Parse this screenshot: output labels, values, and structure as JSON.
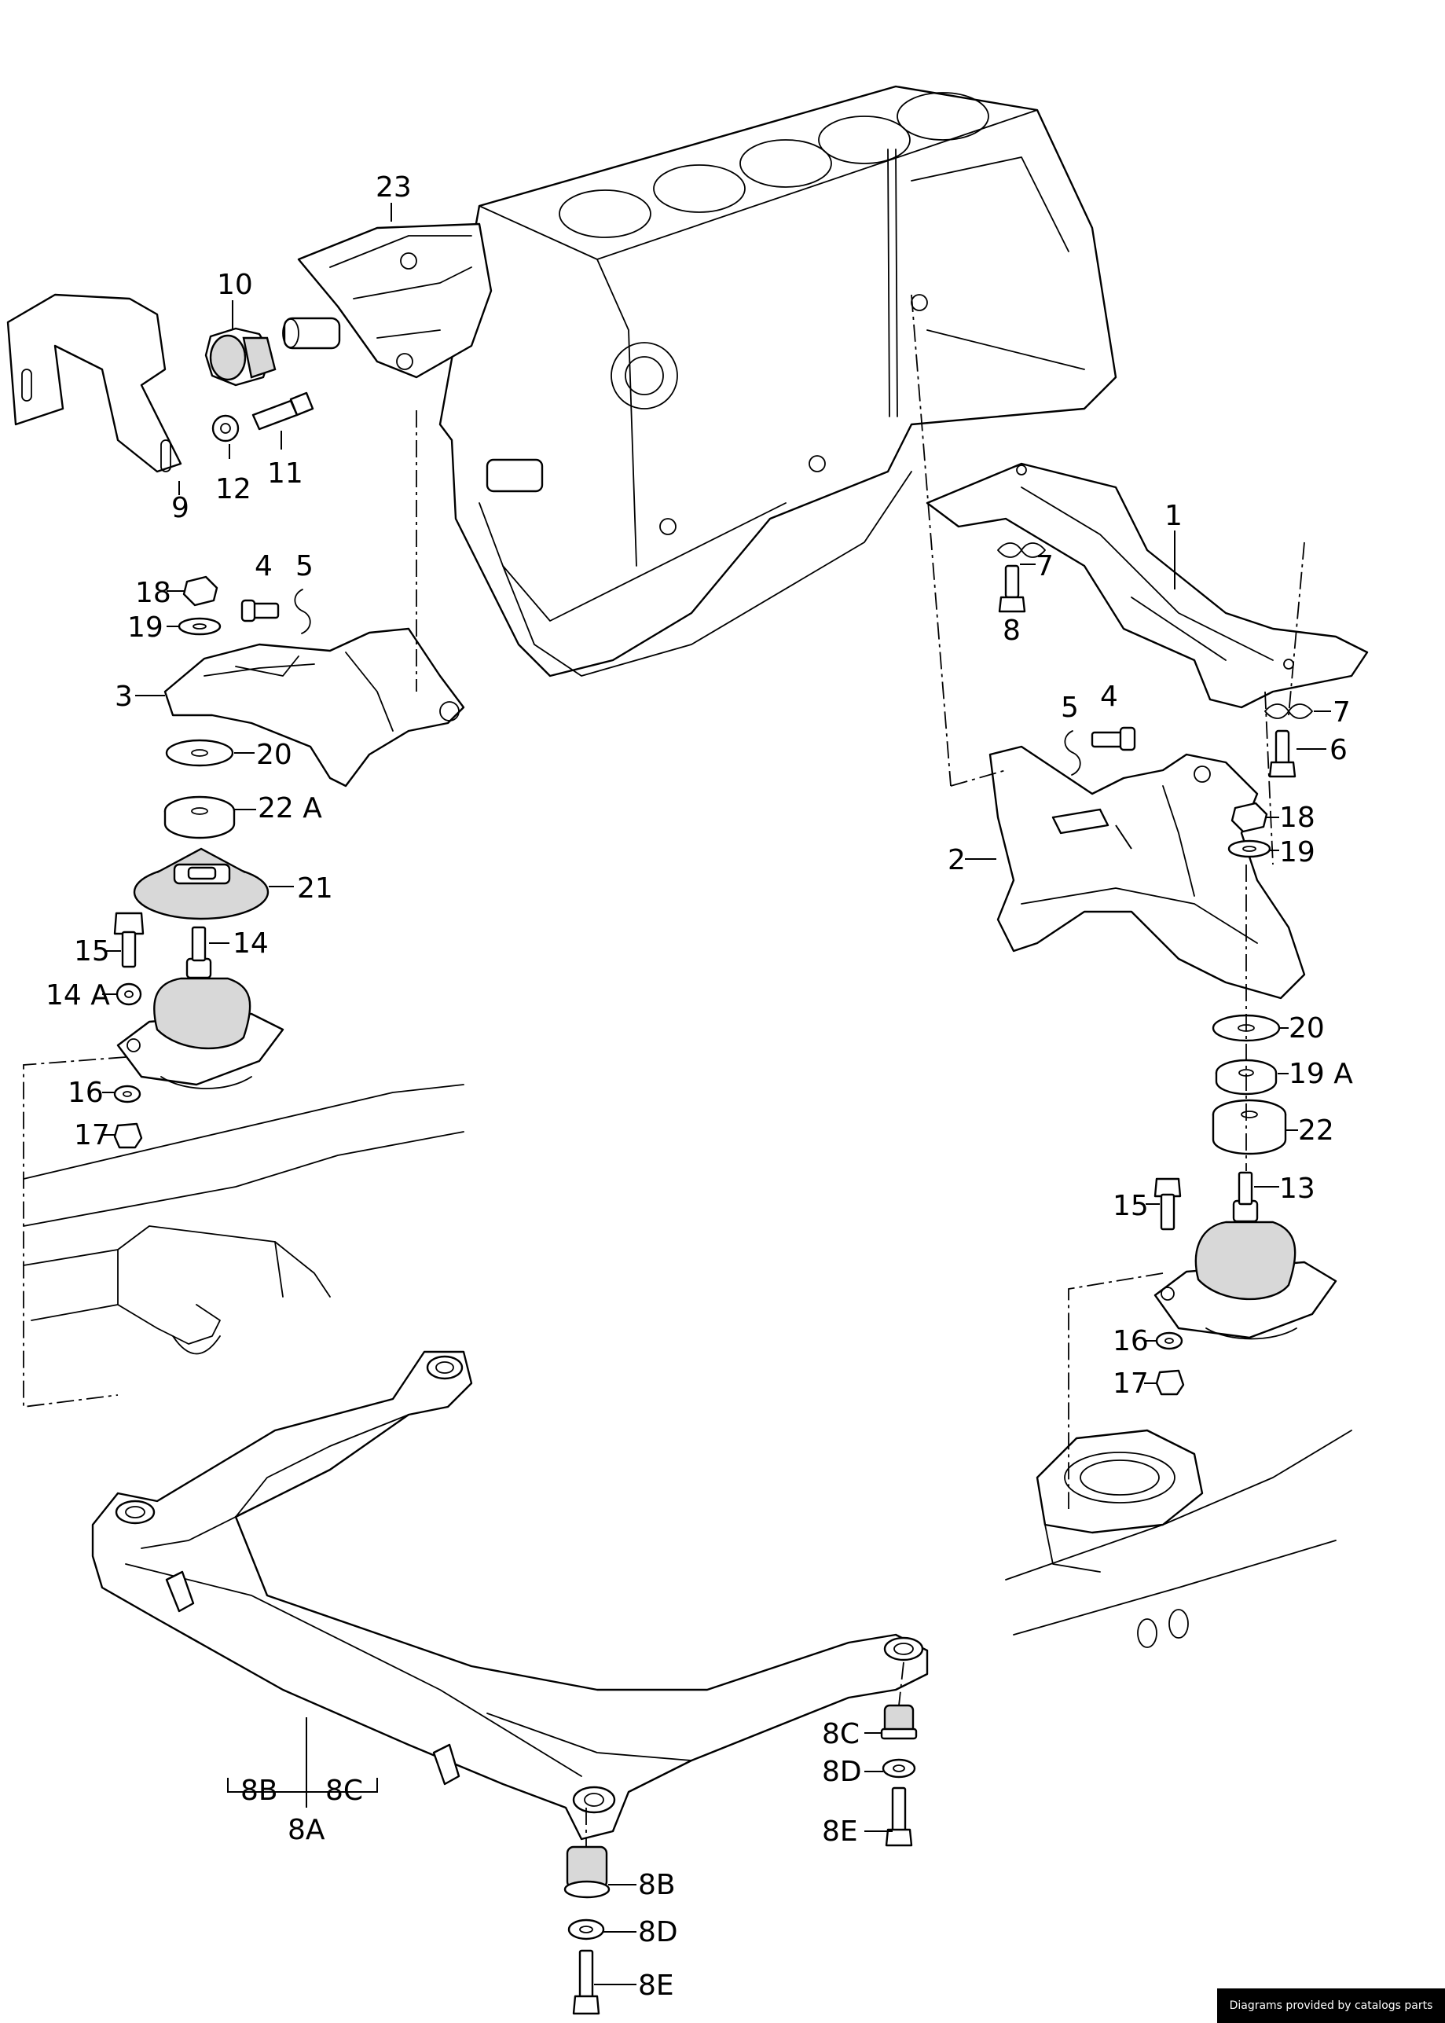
{
  "callouts": {
    "c23": "23",
    "c10": "10",
    "c9": "9",
    "c12": "12",
    "c11": "11",
    "c1": "1",
    "c7a": "7",
    "c8": "8",
    "c18a": "18",
    "c4a": "4",
    "c5a": "5",
    "c19a": "19",
    "c3": "3",
    "c20a": "20",
    "c22Aa": "22 A",
    "c21": "21",
    "c15a": "15",
    "c14": "14",
    "c14A": "14 A",
    "c16a": "16",
    "c17a": "17",
    "c5b": "5",
    "c4b": "4",
    "c7b": "7",
    "c6": "6",
    "c2": "2",
    "c18b": "18",
    "c19b": "19",
    "c20b": "20",
    "c19A": "19 A",
    "c22": "22",
    "c15b": "15",
    "c13": "13",
    "c16b": "16",
    "c17b": "17",
    "c8C_top": "8C",
    "c8D_top": "8D",
    "c8E_top": "8E",
    "c8B_left": "8B",
    "c8C_left": "8C",
    "c8A": "8A",
    "c8B_bot": "8B",
    "c8D_bot": "8D",
    "c8E_bot": "8E"
  },
  "footer": {
    "badge": "Diagrams provided by catalogs parts"
  }
}
